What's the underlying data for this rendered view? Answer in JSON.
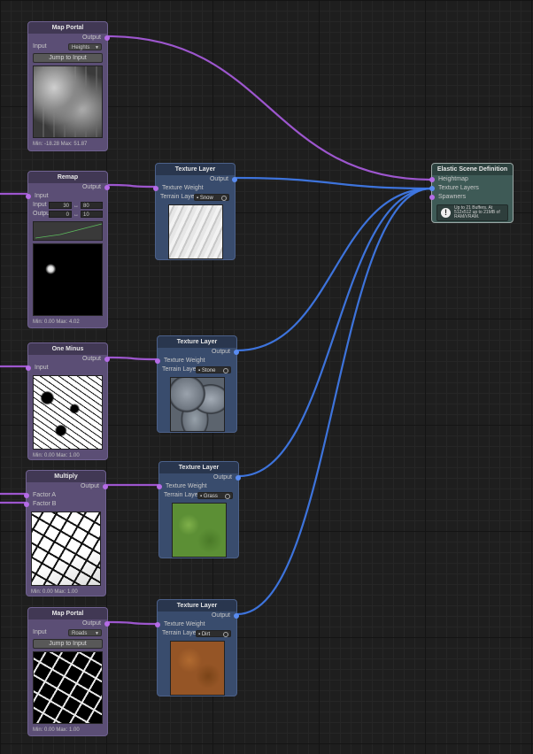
{
  "nodes": {
    "map_portal_1": {
      "title": "Map Portal",
      "output": "Output",
      "input_label": "Input",
      "input_value": "Heights",
      "button": "Jump to Input",
      "stats": "Min: -18.28 Max: 51.87"
    },
    "remap": {
      "title": "Remap",
      "output": "Output",
      "input": "Input",
      "row_input_label": "Input",
      "row_input_min": "30",
      "row_input_max": "80",
      "row_output_label": "Output",
      "row_output_min": "0",
      "row_output_max": "10",
      "arrow": "↔",
      "stats": "Min: 0.00 Max: 4.02"
    },
    "one_minus": {
      "title": "One Minus",
      "output": "Output",
      "input": "Input",
      "stats": "Min: 0.00 Max: 1.00"
    },
    "multiply": {
      "title": "Multiply",
      "output": "Output",
      "factor_a": "Factor A",
      "factor_b": "Factor B",
      "stats": "Min: 0.00 Max: 1.00"
    },
    "map_portal_2": {
      "title": "Map Portal",
      "output": "Output",
      "input_label": "Input",
      "input_value": "Roads",
      "button": "Jump to Input",
      "stats": "Min: 0.00 Max: 1.00"
    },
    "texture_layers": [
      {
        "title": "Texture Layer",
        "output": "Output",
        "weight": "Texture Weight",
        "terrain_label": "Terrain Layer",
        "terrain_value": "Snow"
      },
      {
        "title": "Texture Layer",
        "output": "Output",
        "weight": "Texture Weight",
        "terrain_label": "Terrain Layer",
        "terrain_value": "Stone"
      },
      {
        "title": "Texture Layer",
        "output": "Output",
        "weight": "Texture Weight",
        "terrain_label": "Terrain Layer",
        "terrain_value": "Grass"
      },
      {
        "title": "Texture Layer",
        "output": "Output",
        "weight": "Texture Weight",
        "terrain_label": "Terrain Layer",
        "terrain_value": "Dirt"
      }
    ],
    "elastic": {
      "title": "Elastic Scene Definition",
      "heightmap": "Heightmap",
      "texture_layers": "Texture Layers",
      "spawners": "Spawners",
      "warning": "Up to 21 Buffers. At 512x512 up to 21MB of RAM/VRAM."
    }
  },
  "colors": {
    "purple_wire": "#a45ad8",
    "blue_wire": "#3f78e6",
    "purple_node": "#5b4e75",
    "blue_node": "#394c6d",
    "green_node": "#3e5a56"
  },
  "icons": {
    "dropdown": "chevron-down-icon",
    "object": "texture-object-icon",
    "warning": "warning-icon"
  }
}
